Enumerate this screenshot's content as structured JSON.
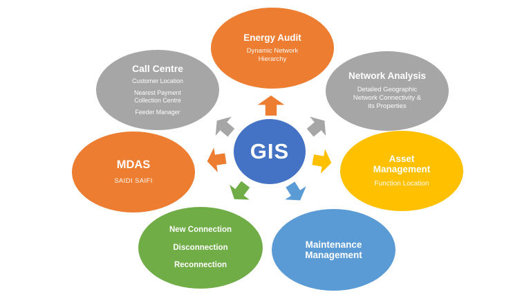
{
  "title": "GIS applications diagram",
  "center": {
    "label": "GIS",
    "color": "#4472C4"
  },
  "nodes": [
    {
      "name": "energy-audit",
      "title": "Energy Audit",
      "items": [
        "Dynamic Network\nHierarchy"
      ],
      "color": "#ED7D31"
    },
    {
      "name": "call-centre",
      "title": "Call Centre",
      "items": [
        "Customer Location",
        "Nearest Payment\nCollection Centre",
        "Feeder Manager"
      ],
      "color": "#A6A6A6"
    },
    {
      "name": "network-analysis",
      "title": "Network Analysis",
      "items": [
        "Detailed Geographic\nNetwork Connectivity &\nits Properties"
      ],
      "color": "#A6A6A6"
    },
    {
      "name": "mdas",
      "title": "MDAS",
      "items": [
        "SAIDI SAIFI"
      ],
      "color": "#ED7D31"
    },
    {
      "name": "asset-management",
      "title": "Asset\nManagement",
      "items": [
        "Function Location"
      ],
      "color": "#FFC000"
    },
    {
      "name": "new-connection",
      "title": "",
      "items": [
        "New Connection",
        "Disconnection",
        "Reconnection"
      ],
      "color": "#70AD47"
    },
    {
      "name": "maintenance-management",
      "title": "Maintenance\nManagement",
      "items": [],
      "color": "#5B9BD5"
    }
  ],
  "arrows": [
    {
      "name": "arrow-to-energy-audit",
      "color": "#ED7D31"
    },
    {
      "name": "arrow-to-call-centre",
      "color": "#A6A6A6"
    },
    {
      "name": "arrow-to-network-analysis",
      "color": "#A6A6A6"
    },
    {
      "name": "arrow-to-mdas",
      "color": "#ED7D31"
    },
    {
      "name": "arrow-to-asset-management",
      "color": "#FFC000"
    },
    {
      "name": "arrow-to-new-connection",
      "color": "#70AD47"
    },
    {
      "name": "arrow-to-maintenance-management",
      "color": "#5B9BD5"
    }
  ]
}
